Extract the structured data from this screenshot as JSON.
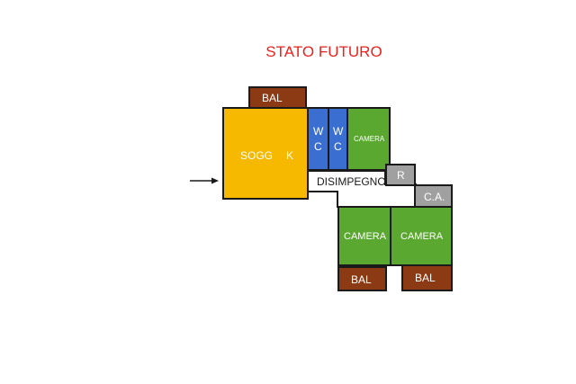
{
  "title": "STATO FUTURO",
  "rooms": {
    "bal_top": "BAL",
    "sogg": "SOGG",
    "k": "K",
    "wc1_w": "W",
    "wc1_c": "C",
    "wc2_w": "W",
    "wc2_c": "C",
    "camera_top": "CAMERA",
    "r": "R",
    "disimpegno": "DISIMPEGNO",
    "ca": "C.A.",
    "camera_left": "CAMERA",
    "camera_right": "CAMERA",
    "bal_bottom_left": "BAL",
    "bal_bottom_right": "BAL"
  },
  "colors": {
    "title": "#e8231e",
    "living": "#f7b800",
    "balcony": "#8b3a14",
    "bedroom": "#5aa830",
    "bathroom": "#3a6fd1",
    "utility": "#a0a0a0"
  },
  "icons": {
    "entrance": "arrow-right-icon"
  }
}
